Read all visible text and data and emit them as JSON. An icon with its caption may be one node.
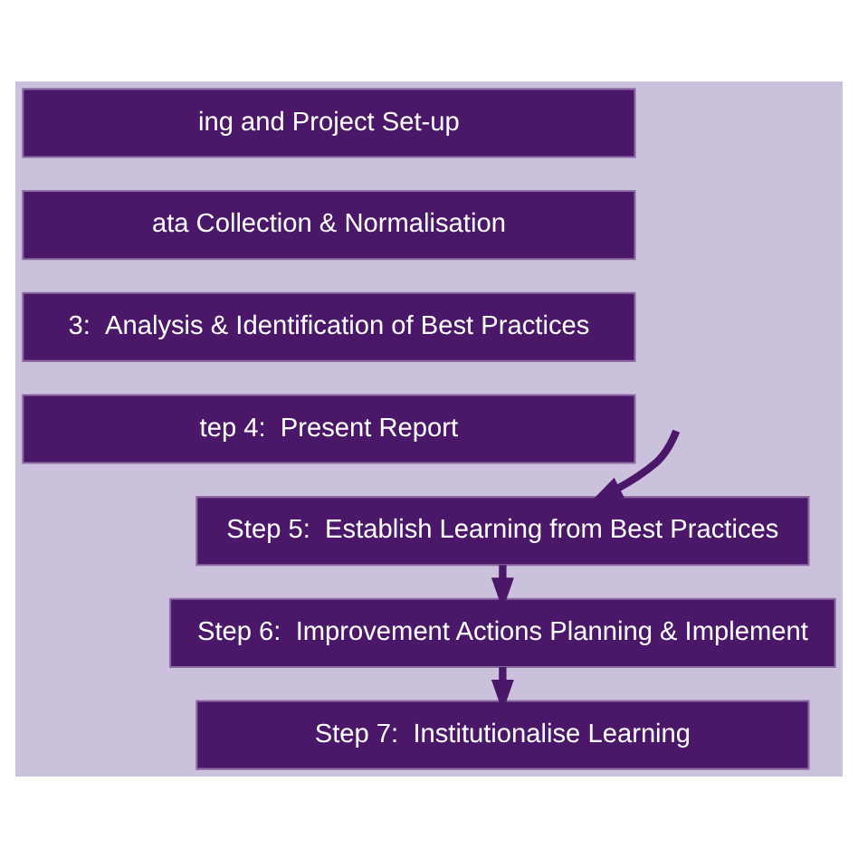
{
  "diagram": {
    "nodes": [
      {
        "text": [
          "ing and Project Set-up"
        ]
      },
      {
        "text": [
          "ata Collection & Normalisation"
        ]
      },
      {
        "text": [
          "3:  Analysis & Identification of Best Practices"
        ]
      },
      {
        "text": [
          "tep 4:  Present Report"
        ]
      },
      {
        "text": [
          "Step 5:  Establish Learning from Best Practices"
        ]
      },
      {
        "text": [
          "Step 6:  Improvement Actions Planning & Implement"
        ]
      },
      {
        "text": [
          "Step 7:  Institutionalise Learning"
        ]
      }
    ],
    "edges": [
      {
        "from": null,
        "to": 4,
        "arrow": "to"
      },
      {
        "from": 4,
        "to": 5,
        "arrow": "to"
      },
      {
        "from": 5,
        "to": 6,
        "arrow": "to"
      }
    ]
  }
}
